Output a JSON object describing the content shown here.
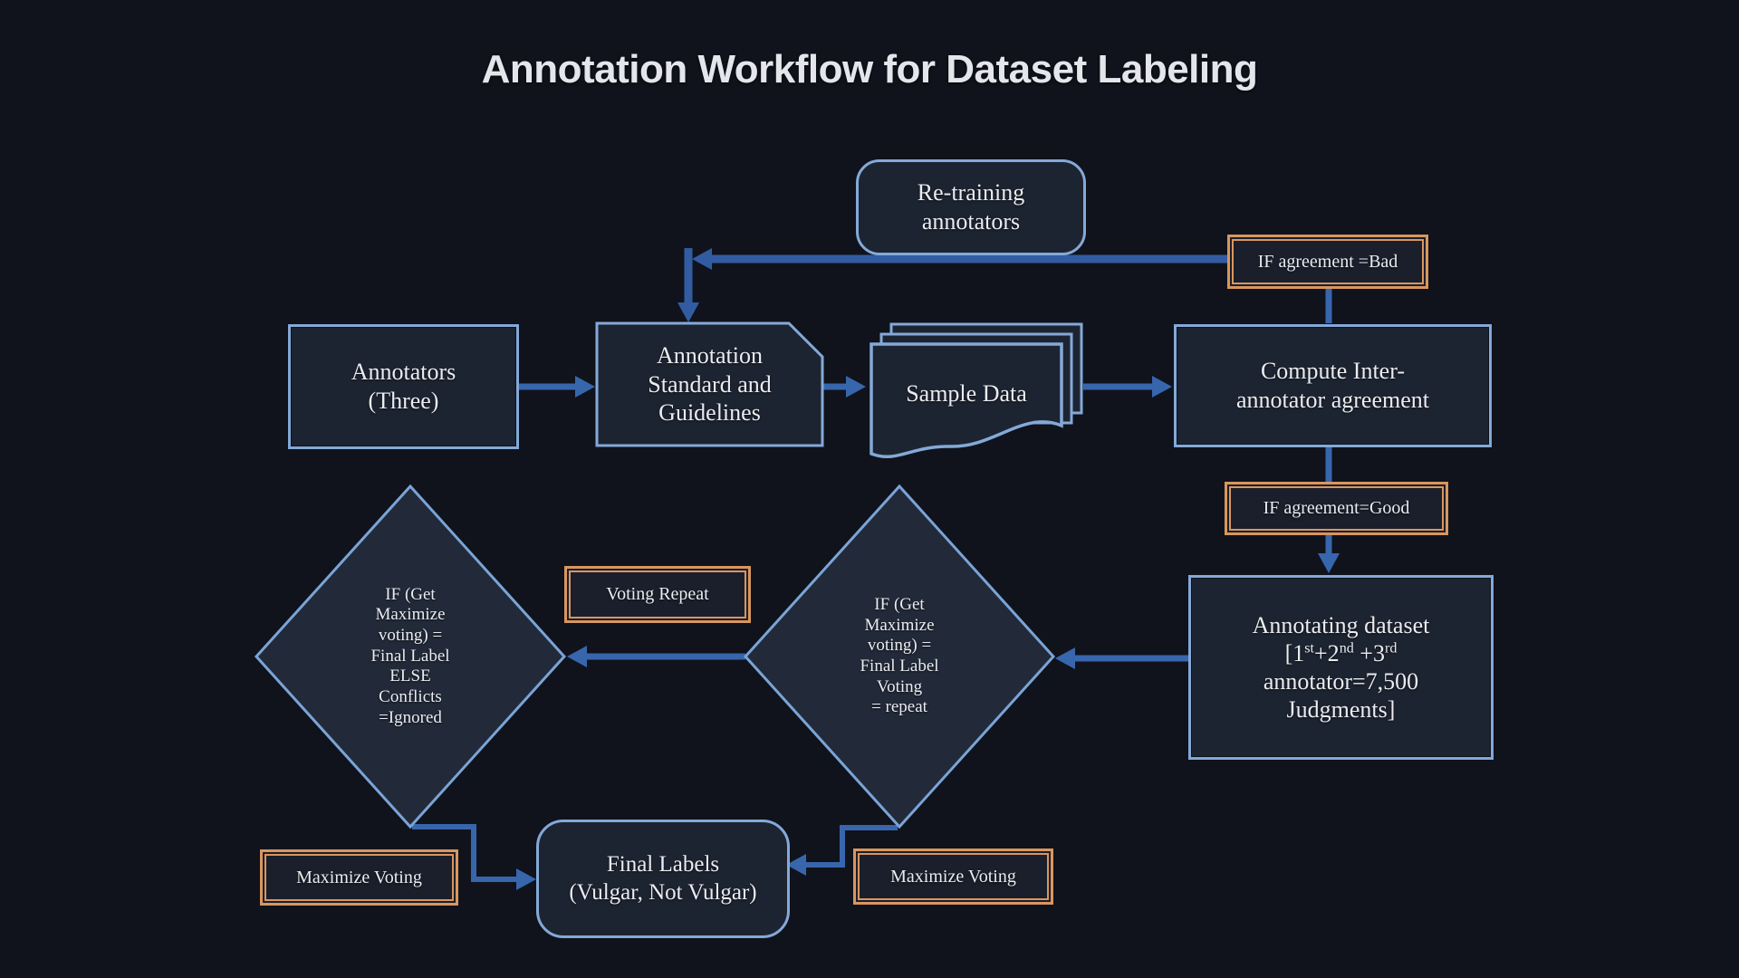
{
  "title": "Annotation Workflow for Dataset Labeling",
  "colors": {
    "background": "#10131c",
    "node_fill": "#1d2431",
    "diamond_fill": "#222a39",
    "node_border_blue": "#84a9d8",
    "arrow_blue": "#3766ad",
    "tag_border_orange": "#d9965e",
    "text": "#eaecf1"
  },
  "nodes": {
    "retraining": {
      "lines": [
        "Re-training",
        "annotators"
      ]
    },
    "annotators": {
      "lines": [
        "Annotators",
        "(Three)"
      ]
    },
    "annotation_standard": {
      "lines": [
        "Annotation",
        "Standard and",
        "Guidelines"
      ]
    },
    "sample_data": {
      "label": "Sample Data"
    },
    "compute_agreement": {
      "lines": [
        "Compute Inter-",
        "annotator agreement"
      ]
    },
    "annotating_dataset": {
      "line1": "Annotating dataset",
      "line2_rich": [
        {
          "t": "[1"
        },
        {
          "t": "st",
          "sup": true
        },
        {
          "t": "+2"
        },
        {
          "t": "nd",
          "sup": true
        },
        {
          "t": " +3"
        },
        {
          "t": "rd",
          "sup": true
        }
      ],
      "line3": "annotator=7,500",
      "line4": "Judgments]"
    },
    "left_diamond": {
      "lines": [
        "IF (Get",
        "Maximize",
        "voting) =",
        "Final Label",
        "ELSE",
        "Conflicts",
        "=Ignored"
      ]
    },
    "right_diamond": {
      "lines": [
        "IF (Get",
        "Maximize",
        "voting) =",
        "Final Label",
        "Voting",
        "= repeat"
      ]
    },
    "final_labels": {
      "lines": [
        "Final Labels",
        "(Vulgar, Not Vulgar)"
      ]
    }
  },
  "tags": {
    "agreement_bad": "IF agreement =Bad",
    "agreement_good": "IF agreement=Good",
    "voting_repeat": "Voting Repeat",
    "maximize_voting_left": "Maximize Voting",
    "maximize_voting_right": "Maximize Voting"
  }
}
